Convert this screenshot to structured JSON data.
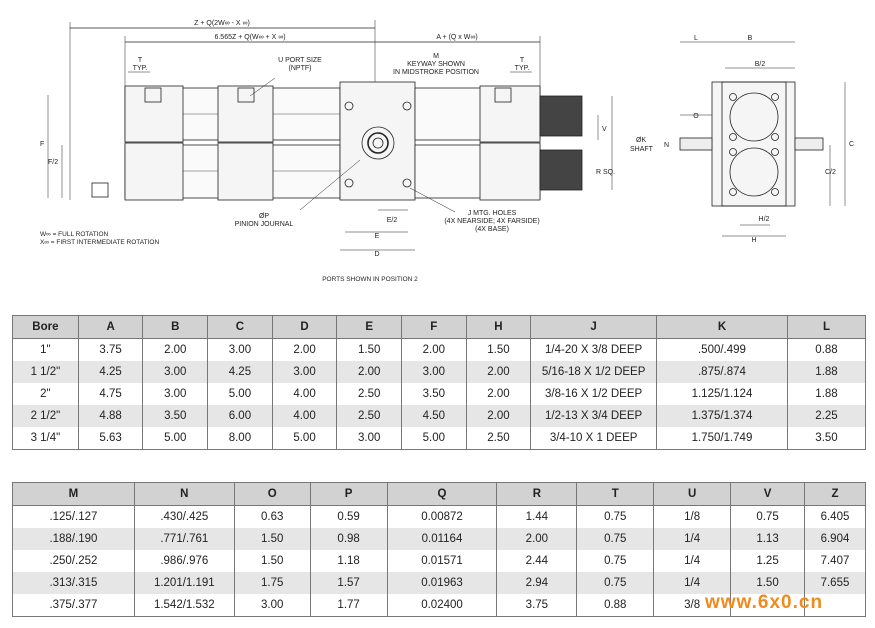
{
  "drawing": {
    "dim_top_overall": "Z + Q(2W∞ - X ∞)",
    "dim_top_inner": "6.565Z + Q(W∞ + X ∞)",
    "dim_top_right": "A + (Q x W∞)",
    "t_left": "T",
    "t_left_typ": "TYP.",
    "t_right": "T",
    "t_right_typ": "TYP.",
    "u_port": "U PORT SIZE",
    "u_port_sub": "(NPTF)",
    "m_label": "M",
    "m_keyway": "KEYWAY SHOWN",
    "m_midstroke": "IN MIDSTROKE POSITION",
    "f_label": "F",
    "f2_label": "F/2",
    "v_label": "V",
    "r_label": "R SQ.",
    "e2_label": "E/2",
    "e_label": "E",
    "d_label": "D",
    "p_label": "ØP",
    "p_sub": "PINION JOURNAL",
    "j_label": "J MTG. HOLES",
    "j_sub1": "(4X NEARSIDE; 4X FARSIDE)",
    "j_sub2": "(4X BASE)",
    "w_note": "W∞ = FULL ROTATION",
    "x_note": "X∞ = FIRST INTERMEDIATE ROTATION",
    "ports_note": "PORTS SHOWN IN POSITION 2",
    "l_label": "L",
    "b_label": "B",
    "b2_label": "B/2",
    "o_label": "O",
    "k_label": "ØK",
    "k_sub": "SHAFT",
    "n_label": "N",
    "c_label": "C",
    "c2_label": "C/2",
    "h2_label": "H/2",
    "h_label": "H"
  },
  "table1": {
    "headers": [
      "Bore",
      "A",
      "B",
      "C",
      "D",
      "E",
      "F",
      "H",
      "J",
      "K",
      "L"
    ],
    "rows": [
      [
        "1\"",
        "3.75",
        "2.00",
        "3.00",
        "2.00",
        "1.50",
        "2.00",
        "1.50",
        "1/4-20 X 3/8 DEEP",
        ".500/.499",
        "0.88"
      ],
      [
        "1 1/2\"",
        "4.25",
        "3.00",
        "4.25",
        "3.00",
        "2.00",
        "3.00",
        "2.00",
        "5/16-18 X 1/2 DEEP",
        ".875/.874",
        "1.88"
      ],
      [
        "2\"",
        "4.75",
        "3.00",
        "5.00",
        "4.00",
        "2.50",
        "3.50",
        "2.00",
        "3/8-16 X 1/2 DEEP",
        "1.125/1.124",
        "1.88"
      ],
      [
        "2 1/2\"",
        "4.88",
        "3.50",
        "6.00",
        "4.00",
        "2.50",
        "4.50",
        "2.00",
        "1/2-13 X 3/4 DEEP",
        "1.375/1.374",
        "2.25"
      ],
      [
        "3 1/4\"",
        "5.63",
        "5.00",
        "8.00",
        "5.00",
        "3.00",
        "5.00",
        "2.50",
        "3/4-10 X 1 DEEP",
        "1.750/1.749",
        "3.50"
      ]
    ]
  },
  "table2": {
    "headers": [
      "M",
      "N",
      "O",
      "P",
      "Q",
      "R",
      "T",
      "U",
      "V",
      "Z"
    ],
    "rows": [
      [
        ".125/.127",
        ".430/.425",
        "0.63",
        "0.59",
        "0.00872",
        "1.44",
        "0.75",
        "1/8",
        "0.75",
        "6.405"
      ],
      [
        ".188/.190",
        ".771/.761",
        "1.50",
        "0.98",
        "0.01164",
        "2.00",
        "0.75",
        "1/4",
        "1.13",
        "6.904"
      ],
      [
        ".250/.252",
        ".986/.976",
        "1.50",
        "1.18",
        "0.01571",
        "2.44",
        "0.75",
        "1/4",
        "1.25",
        "7.407"
      ],
      [
        ".313/.315",
        "1.201/1.191",
        "1.75",
        "1.57",
        "0.01963",
        "2.94",
        "0.75",
        "1/4",
        "1.50",
        "7.655"
      ],
      [
        ".375/.377",
        "1.542/1.532",
        "3.00",
        "1.77",
        "0.02400",
        "3.75",
        "0.88",
        "3/8",
        "",
        ""
      ]
    ]
  },
  "watermark": "www.6x0.cn"
}
